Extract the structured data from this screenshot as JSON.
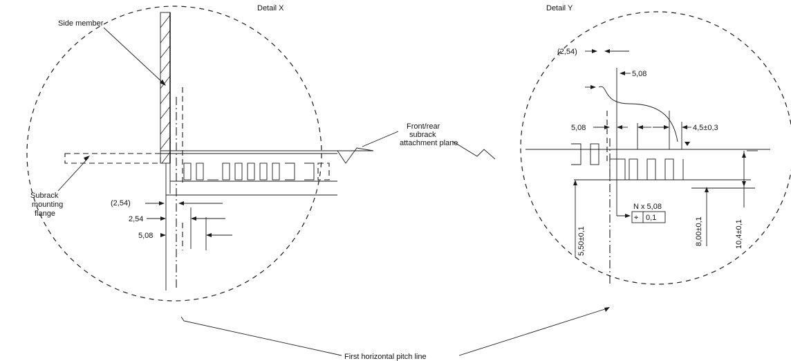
{
  "details": {
    "left_title": "Detail X",
    "right_title": "Detail Y"
  },
  "labels": {
    "side_member": "Side member",
    "front_rear_line1": "Front/rear",
    "front_rear_line2": "subrack",
    "front_rear_line3": "attachment plane",
    "subrack_line1": "Subrack",
    "subrack_line2": "mounting",
    "subrack_line3": "flange",
    "first_pitch_line": "First horizontal pitch line"
  },
  "dimensions_x": {
    "ref_pitch": "(2,54)",
    "pitch": "2,54",
    "double_pitch": "5,08"
  },
  "dimensions_y": {
    "ref_pitch": "(2,54)",
    "pitch_top": "5,08",
    "pitch_left": "5,08",
    "hole_width": "4,5±0,3",
    "height_1": "5,50±0,1",
    "height_2": "8,00±0,1",
    "height_3": "10,4±0,1",
    "pattern": "N x 5,08",
    "tolerance_symbol": "⌖",
    "tolerance_value": "0,1"
  }
}
